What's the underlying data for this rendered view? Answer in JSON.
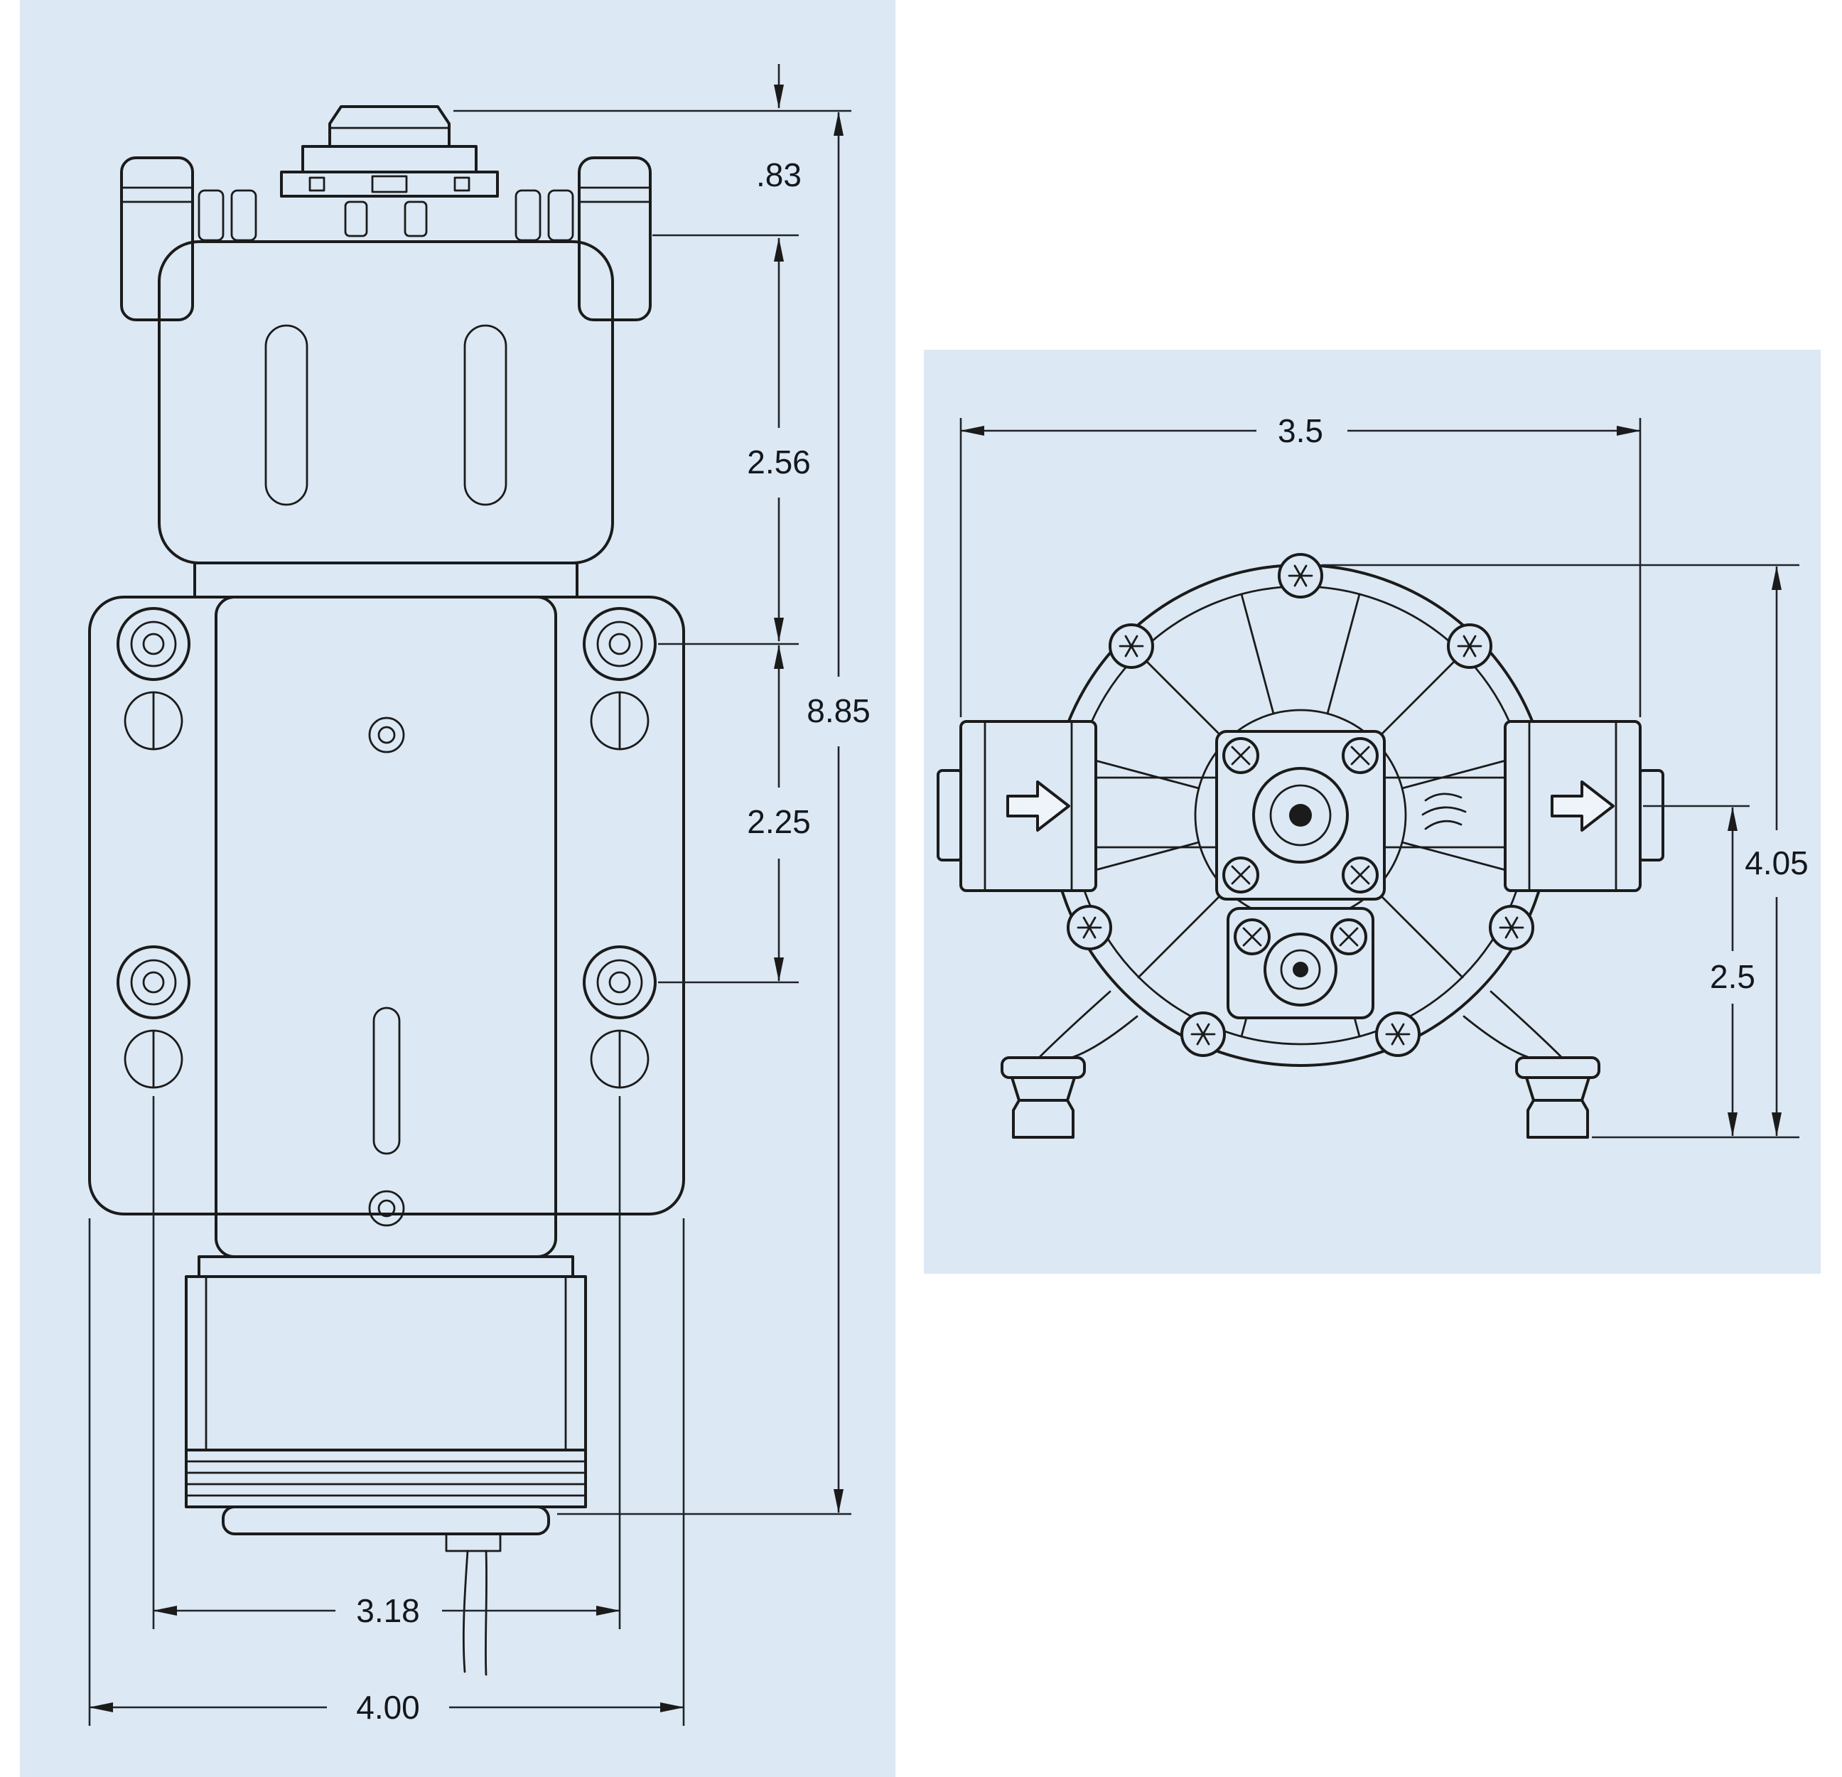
{
  "drawing": {
    "panel_color": "#dce8f3",
    "line_color": "#1b1b1b",
    "front_view": {
      "name": "pump-front-view",
      "dimensions": {
        "top_offset": ".83",
        "head_to_mount_hole": "2.56",
        "overall_height": "8.85",
        "mount_hole_vertical_spacing": "2.25",
        "mount_hole_horizontal_spacing": "3.18",
        "overall_width": "4.00"
      }
    },
    "end_view": {
      "name": "pump-end-view",
      "dimensions": {
        "overall_width": "3.5",
        "overall_height": "4.05",
        "port_centerline_to_base": "2.5"
      },
      "flow_arrow_direction": "right"
    }
  }
}
